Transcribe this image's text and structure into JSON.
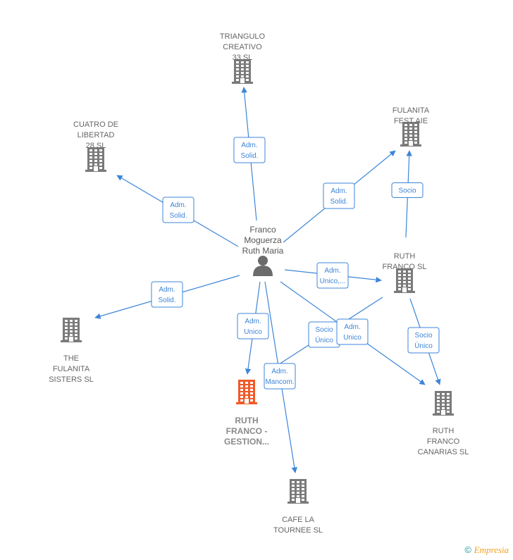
{
  "colors": {
    "edge": "#3d85d8",
    "building": "#7a7a7a",
    "building_highlight": "#f05a28",
    "person": "#6b6b6b"
  },
  "person": {
    "id": "franco",
    "label": [
      "Franco",
      "Moguerza",
      "Ruth Maria"
    ],
    "icon": "person-icon"
  },
  "companies": [
    {
      "id": "triangulo",
      "label": [
        "TRIANGULO",
        "CREATIVO",
        "33  SL"
      ],
      "icon": "building-icon",
      "highlight": false
    },
    {
      "id": "cuatro",
      "label": [
        "CUATRO DE",
        "LIBERTAD",
        "28  SL"
      ],
      "icon": "building-icon",
      "highlight": false
    },
    {
      "id": "fulanita_fest",
      "label": [
        "FULANITA",
        "FEST AIE"
      ],
      "icon": "building-icon",
      "highlight": false
    },
    {
      "id": "ruth_franco_sl",
      "label": [
        "RUTH",
        "FRANCO SL"
      ],
      "icon": "building-icon",
      "highlight": false
    },
    {
      "id": "fulanita_sisters",
      "label": [
        "THE",
        "FULANITA",
        "SISTERS  SL"
      ],
      "icon": "building-icon",
      "highlight": false
    },
    {
      "id": "ruth_gestion",
      "label": [
        "RUTH",
        "FRANCO -",
        "GESTION..."
      ],
      "icon": "building-icon",
      "highlight": true
    },
    {
      "id": "ruth_canarias",
      "label": [
        "RUTH",
        "FRANCO",
        "CANARIAS  SL"
      ],
      "icon": "building-icon",
      "highlight": false
    },
    {
      "id": "cafe",
      "label": [
        "CAFE LA",
        "TOURNEE SL"
      ],
      "icon": "building-icon",
      "highlight": false
    }
  ],
  "edges": [
    {
      "from": "franco",
      "to": "triangulo",
      "label": [
        "Adm.",
        "Solid."
      ]
    },
    {
      "from": "franco",
      "to": "cuatro",
      "label": [
        "Adm.",
        "Solid."
      ]
    },
    {
      "from": "franco",
      "to": "fulanita_fest",
      "label": [
        "Adm.",
        "Solid."
      ]
    },
    {
      "from": "ruth_franco_sl",
      "to": "fulanita_fest",
      "label": [
        "Socio"
      ]
    },
    {
      "from": "franco",
      "to": "ruth_franco_sl",
      "label": [
        "Adm.",
        "Unico,..."
      ]
    },
    {
      "from": "franco",
      "to": "fulanita_sisters",
      "label": [
        "Adm.",
        "Solid."
      ]
    },
    {
      "from": "franco",
      "to": "ruth_gestion",
      "label": [
        "Adm.",
        "Unico"
      ]
    },
    {
      "from": "ruth_franco_sl",
      "to": "ruth_gestion",
      "label": [
        "Socio",
        "Único"
      ]
    },
    {
      "from": "franco",
      "to": "ruth_canarias",
      "label": [
        "Adm.",
        "Unico"
      ]
    },
    {
      "from": "ruth_franco_sl",
      "to": "ruth_canarias",
      "label": [
        "Socio",
        "Único"
      ]
    },
    {
      "from": "franco",
      "to": "cafe",
      "label": [
        "Adm.",
        "Mancom."
      ]
    }
  ],
  "footer": {
    "copyright": "©",
    "brand": "Empresia"
  }
}
